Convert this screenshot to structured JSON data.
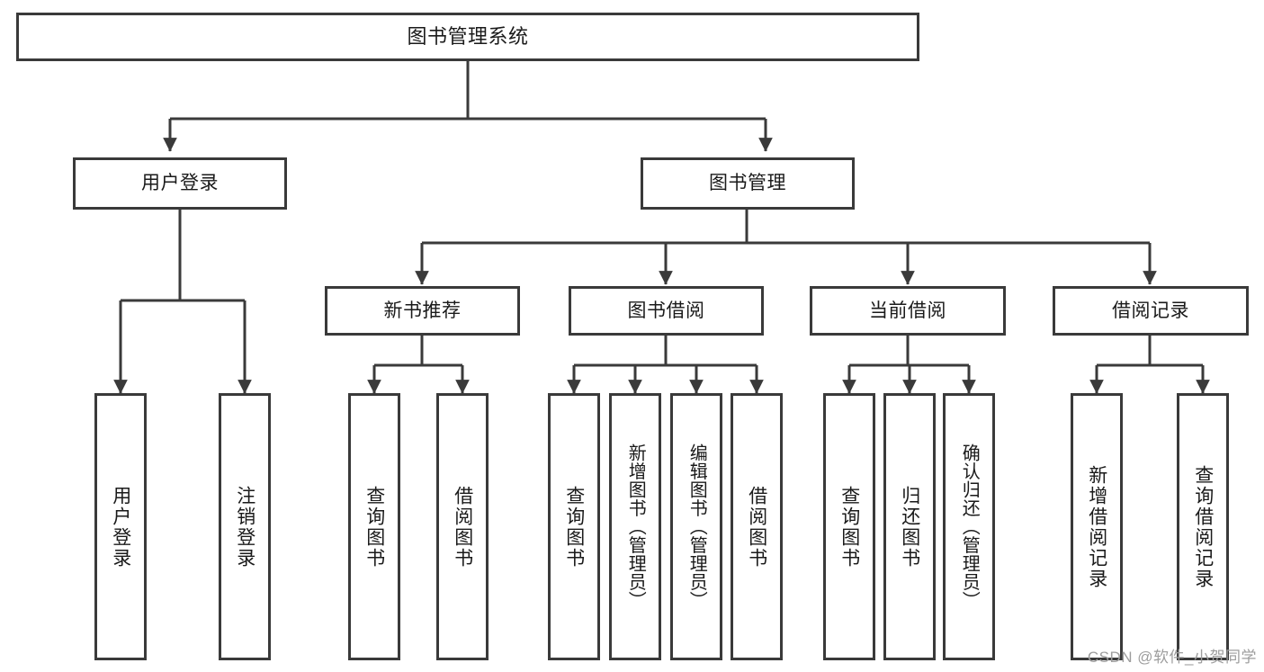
{
  "diagram": {
    "type": "tree-hierarchy-diagram",
    "title": "图书管理系统",
    "watermark": "CSDN @软件_小贺同学",
    "colors": {
      "background": "#ffffff",
      "stroke": "#3a3a3a",
      "text": "#1a1a1a",
      "watermark": "#9d9d9d"
    },
    "nodes": {
      "root": {
        "label": "图书管理系统"
      },
      "level1": [
        {
          "id": "user-login",
          "label": "用户登录"
        },
        {
          "id": "book-manage",
          "label": "图书管理"
        }
      ],
      "level2": [
        {
          "id": "new-book-recommend",
          "label": "新书推荐"
        },
        {
          "id": "book-borrow",
          "label": "图书借阅"
        },
        {
          "id": "current-borrow",
          "label": "当前借阅"
        },
        {
          "id": "borrow-record",
          "label": "借阅记录"
        }
      ],
      "leaves": {
        "user_login": [
          {
            "id": "leaf-user-login",
            "label": "用户登录"
          },
          {
            "id": "leaf-logout-login",
            "label": "注销登录"
          }
        ],
        "new_book_recommend": [
          {
            "id": "leaf-query-book-1",
            "label": "查询图书"
          },
          {
            "id": "leaf-borrow-book-1",
            "label": "借阅图书"
          }
        ],
        "book_borrow": [
          {
            "id": "leaf-query-book-2",
            "label": "查询图书"
          },
          {
            "id": "leaf-add-book",
            "label": "新增图书（管理员）"
          },
          {
            "id": "leaf-edit-book",
            "label": "编辑图书（管理员）"
          },
          {
            "id": "leaf-borrow-book-2",
            "label": "借阅图书"
          }
        ],
        "current_borrow": [
          {
            "id": "leaf-query-book-3",
            "label": "查询图书"
          },
          {
            "id": "leaf-return-book",
            "label": "归还图书"
          },
          {
            "id": "leaf-confirm-return",
            "label": "确认归还（管理员）"
          }
        ],
        "borrow_record": [
          {
            "id": "leaf-add-record",
            "label": "新增借阅记录"
          },
          {
            "id": "leaf-query-record",
            "label": "查询借阅记录"
          }
        ]
      }
    }
  }
}
